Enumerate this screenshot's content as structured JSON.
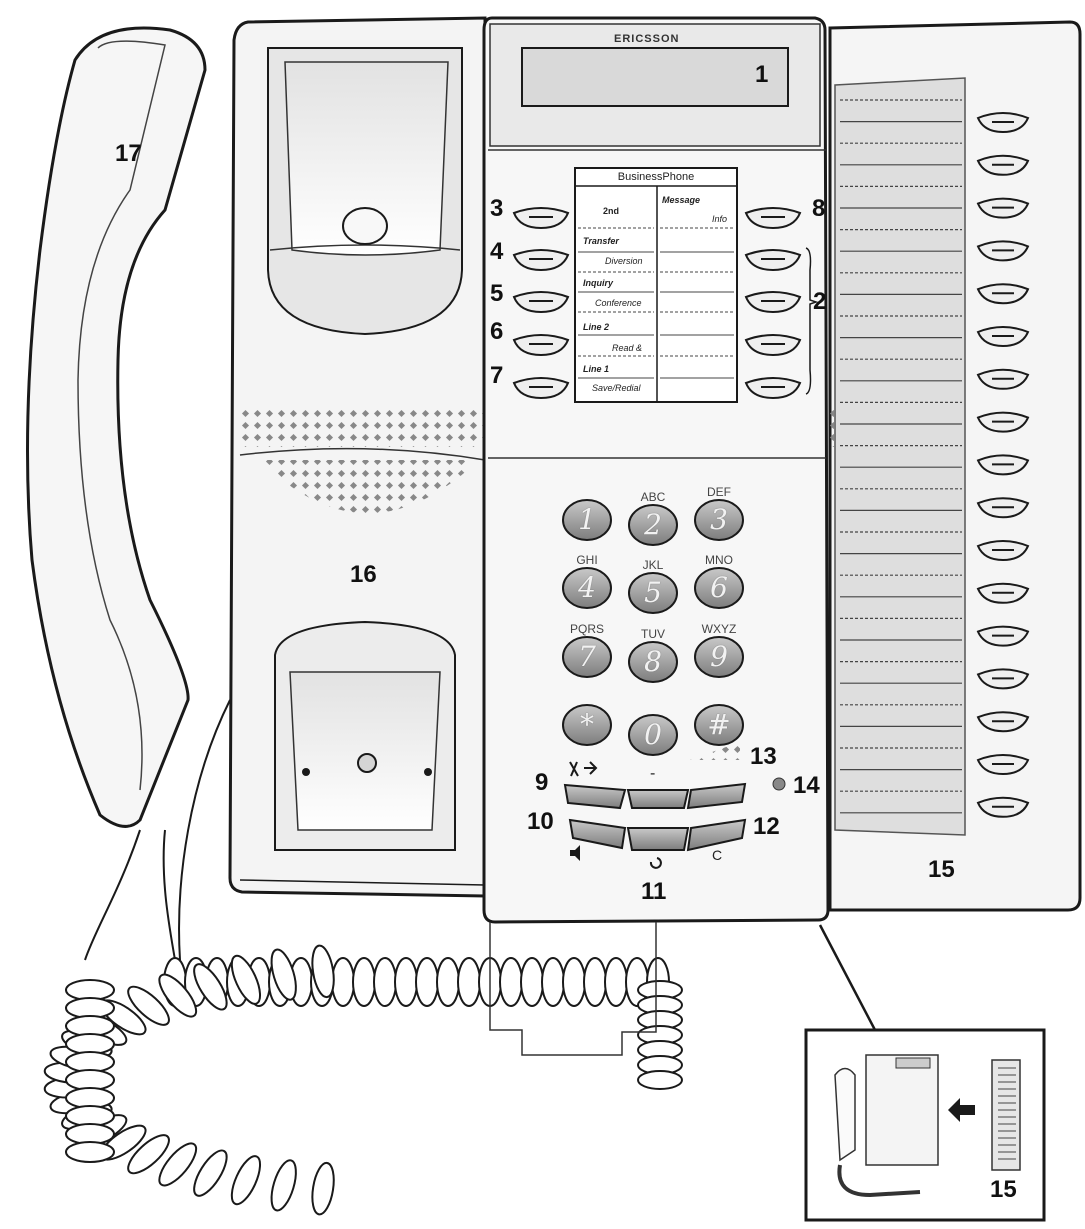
{
  "brand": "ERICSSON",
  "label_card_header": "BusinessPhone",
  "label_card": {
    "left": [
      "2nd",
      "Transfer",
      "Diversion",
      "Inquiry",
      "Conference",
      "Line 2",
      "Read &",
      "Line 1",
      "Save/Redial"
    ],
    "right": [
      "Message",
      "Info"
    ]
  },
  "keypad": [
    {
      "num": "1",
      "letters": ""
    },
    {
      "num": "2",
      "letters": "ABC"
    },
    {
      "num": "3",
      "letters": "DEF"
    },
    {
      "num": "4",
      "letters": "GHI"
    },
    {
      "num": "5",
      "letters": "JKL"
    },
    {
      "num": "6",
      "letters": "MNO"
    },
    {
      "num": "7",
      "letters": "PQRS"
    },
    {
      "num": "8",
      "letters": "TUV"
    },
    {
      "num": "9",
      "letters": "WXYZ"
    },
    {
      "num": "*",
      "letters": ""
    },
    {
      "num": "0",
      "letters": ""
    },
    {
      "num": "#",
      "letters": ""
    }
  ],
  "control_symbols": {
    "minus": "-",
    "clear": "C",
    "speaker_icon": "speaker-icon",
    "mute_icon": "mute-icon",
    "transfer_icon": "transfer-icon"
  },
  "callouts": {
    "c1": "1",
    "c2": "2",
    "c3": "3",
    "c4": "4",
    "c5": "5",
    "c6": "6",
    "c7": "7",
    "c8": "8",
    "c9": "9",
    "c10": "10",
    "c11": "11",
    "c12": "12",
    "c13": "13",
    "c14": "14",
    "c15": "15",
    "c15_inset": "15",
    "c16": "16",
    "c17": "17"
  },
  "colors": {
    "line": "#1a1a1a",
    "body": "#f4f4f4",
    "shade": "#dcdcdc",
    "key": "#9a9a9a"
  }
}
